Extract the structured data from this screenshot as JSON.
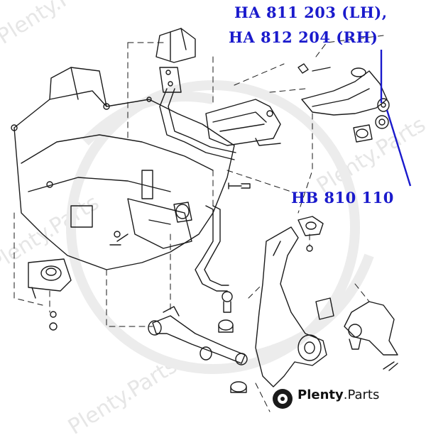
{
  "labels": {
    "part_lh": "HA 811 203 (LH),",
    "part_rh": "HA 812 204 (RH)",
    "part_bushing": "HB 810 110"
  },
  "brand": {
    "name": "Plenty",
    "suffix": ".Parts"
  },
  "watermark": {
    "a": "Plenty.Parts",
    "b": "Plenty.Parts",
    "c": "Plenty.Parts",
    "d": "Plenty.Parts"
  },
  "colors": {
    "label": "#1a1acc",
    "line": "#1a1a1a",
    "leader": "#1a1acc",
    "watermark": "#e6e6e6"
  }
}
